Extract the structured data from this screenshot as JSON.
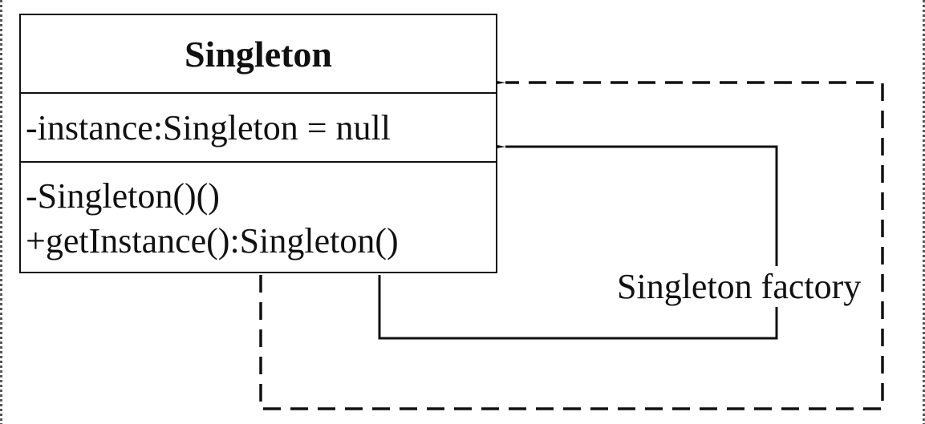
{
  "diagram": {
    "class": {
      "name": "Singleton",
      "attributes": [
        "-instance:Singleton = null"
      ],
      "operations": [
        "-Singleton()()",
        "+getInstance():Singleton()"
      ]
    },
    "relation_label": "Singleton factory",
    "colors": {
      "stroke": "#111111",
      "background": "#ffffff"
    }
  }
}
